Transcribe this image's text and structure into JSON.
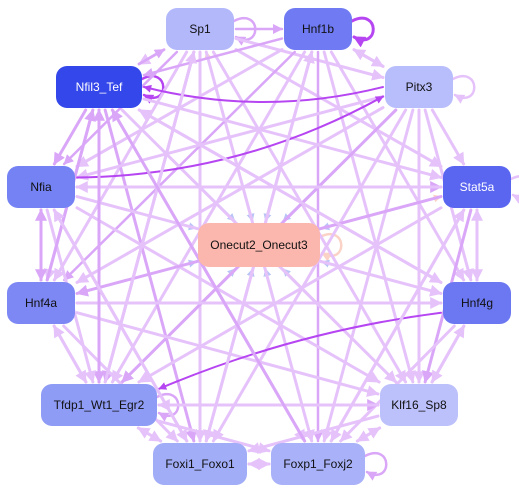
{
  "nodes": [
    {
      "id": "sp1",
      "label": "Sp1",
      "fill": "#b3b8fb",
      "text": "#111111"
    },
    {
      "id": "hnf1b",
      "label": "Hnf1b",
      "fill": "#6f7af3",
      "text": "#111111"
    },
    {
      "id": "nfil3",
      "label": "Nfil3_Tef",
      "fill": "#3447ea",
      "text": "#ffffff"
    },
    {
      "id": "pitx3",
      "label": "Pitx3",
      "fill": "#b8bdfb",
      "text": "#111111"
    },
    {
      "id": "nfia",
      "label": "Nfia",
      "fill": "#7482f4",
      "text": "#111111"
    },
    {
      "id": "stat5a",
      "label": "Stat5a",
      "fill": "#5a66f0",
      "text": "#ffffff"
    },
    {
      "id": "onecut",
      "label": "Onecut2_Onecut3",
      "fill": "#fbb7ae",
      "text": "#111111"
    },
    {
      "id": "hnf4a",
      "label": "Hnf4a",
      "fill": "#7d88f4",
      "text": "#111111"
    },
    {
      "id": "hnf4g",
      "label": "Hnf4g",
      "fill": "#6c78f2",
      "text": "#111111"
    },
    {
      "id": "tfdp1",
      "label": "Tfdp1_Wt1_Egr2",
      "fill": "#8f9cf6",
      "text": "#111111"
    },
    {
      "id": "klf16",
      "label": "Klf16_Sp8",
      "fill": "#bcc0fb",
      "text": "#111111"
    },
    {
      "id": "foxi1",
      "label": "Foxi1_Foxo1",
      "fill": "#a2adf8",
      "text": "#111111"
    },
    {
      "id": "foxp1",
      "label": "Foxp1_Foxj2",
      "fill": "#a9b2f9",
      "text": "#111111"
    }
  ],
  "edge_colors": {
    "light": "#e6c2fb",
    "mid": "#d9a6f8",
    "strong": "#b645f2",
    "blue": "#b9c4f6",
    "peach": "#fbd2c6"
  },
  "edges": [
    {
      "from": "hnf1b",
      "to": "hnf1b",
      "color": "strong",
      "w": 3
    },
    {
      "from": "sp1",
      "to": "sp1",
      "color": "mid",
      "w": 2.5
    },
    {
      "from": "nfil3",
      "to": "nfil3",
      "color": "strong",
      "w": 2.5
    },
    {
      "from": "pitx3",
      "to": "pitx3",
      "color": "light",
      "w": 2.5
    },
    {
      "from": "stat5a",
      "to": "stat5a",
      "color": "light",
      "w": 2.5
    },
    {
      "from": "onecut",
      "to": "onecut",
      "color": "peach",
      "w": 2.5
    },
    {
      "from": "foxp1",
      "to": "foxp1",
      "color": "mid",
      "w": 2.5
    },
    {
      "from": "tfdp1",
      "to": "tfdp1",
      "color": "mid",
      "w": 2.5
    },
    {
      "from": "sp1",
      "to": "onecut",
      "color": "blue",
      "w": 2
    },
    {
      "from": "hnf1b",
      "to": "onecut",
      "color": "blue",
      "w": 2
    },
    {
      "from": "nfil3",
      "to": "onecut",
      "color": "blue",
      "w": 2
    },
    {
      "from": "pitx3",
      "to": "onecut",
      "color": "blue",
      "w": 2
    },
    {
      "from": "nfia",
      "to": "onecut",
      "color": "blue",
      "w": 2
    },
    {
      "from": "stat5a",
      "to": "onecut",
      "color": "blue",
      "w": 2
    },
    {
      "from": "hnf4a",
      "to": "onecut",
      "color": "blue",
      "w": 2
    },
    {
      "from": "hnf4g",
      "to": "onecut",
      "color": "blue",
      "w": 2
    },
    {
      "from": "tfdp1",
      "to": "onecut",
      "color": "blue",
      "w": 2
    },
    {
      "from": "klf16",
      "to": "onecut",
      "color": "blue",
      "w": 2
    },
    {
      "from": "foxi1",
      "to": "onecut",
      "color": "blue",
      "w": 2
    },
    {
      "from": "foxp1",
      "to": "onecut",
      "color": "blue",
      "w": 2
    },
    {
      "from": "onecut",
      "to": "sp1",
      "color": "peach",
      "w": 2
    },
    {
      "from": "onecut",
      "to": "hnf1b",
      "color": "peach",
      "w": 2
    },
    {
      "from": "onecut",
      "to": "stat5a",
      "color": "peach",
      "w": 2
    },
    {
      "from": "onecut",
      "to": "klf16",
      "color": "peach",
      "w": 2
    },
    {
      "from": "onecut",
      "to": "tfdp1",
      "color": "peach",
      "w": 2
    },
    {
      "from": "sp1",
      "to": "hnf1b",
      "color": "mid",
      "w": 2.5
    },
    {
      "from": "sp1",
      "to": "nfil3",
      "color": "light",
      "w": 3
    },
    {
      "from": "sp1",
      "to": "pitx3",
      "color": "light",
      "w": 3
    },
    {
      "from": "sp1",
      "to": "nfia",
      "color": "mid",
      "w": 2.5
    },
    {
      "from": "sp1",
      "to": "stat5a",
      "color": "light",
      "w": 3
    },
    {
      "from": "sp1",
      "to": "hnf4a",
      "color": "light",
      "w": 3
    },
    {
      "from": "sp1",
      "to": "tfdp1",
      "color": "mid",
      "w": 3
    },
    {
      "from": "sp1",
      "to": "foxi1",
      "color": "light",
      "w": 3
    },
    {
      "from": "sp1",
      "to": "foxp1",
      "color": "light",
      "w": 3
    },
    {
      "from": "sp1",
      "to": "klf16",
      "color": "light",
      "w": 3
    },
    {
      "from": "hnf1b",
      "to": "nfil3",
      "color": "mid",
      "w": 2.5
    },
    {
      "from": "hnf1b",
      "to": "pitx3",
      "color": "light",
      "w": 3
    },
    {
      "from": "hnf1b",
      "to": "nfia",
      "color": "light",
      "w": 3
    },
    {
      "from": "hnf1b",
      "to": "hnf4a",
      "color": "mid",
      "w": 2.5
    },
    {
      "from": "hnf1b",
      "to": "tfdp1",
      "color": "light",
      "w": 3
    },
    {
      "from": "hnf1b",
      "to": "foxi1",
      "color": "light",
      "w": 3
    },
    {
      "from": "hnf1b",
      "to": "foxp1",
      "color": "mid",
      "w": 2.5
    },
    {
      "from": "hnf1b",
      "to": "klf16",
      "color": "light",
      "w": 3
    },
    {
      "from": "hnf1b",
      "to": "hnf4g",
      "color": "light",
      "w": 3
    },
    {
      "from": "nfil3",
      "to": "sp1",
      "color": "mid",
      "w": 2.5
    },
    {
      "from": "nfil3",
      "to": "nfia",
      "color": "mid",
      "w": 3
    },
    {
      "from": "nfil3",
      "to": "hnf4a",
      "color": "light",
      "w": 3
    },
    {
      "from": "nfil3",
      "to": "tfdp1",
      "color": "mid",
      "w": 3
    },
    {
      "from": "nfil3",
      "to": "foxi1",
      "color": "mid",
      "w": 3
    },
    {
      "from": "nfil3",
      "to": "foxp1",
      "color": "light",
      "w": 3
    },
    {
      "from": "nfil3",
      "to": "stat5a",
      "color": "light",
      "w": 3
    },
    {
      "from": "nfil3",
      "to": "klf16",
      "color": "light",
      "w": 3
    },
    {
      "from": "nfil3",
      "to": "hnf4g",
      "color": "light",
      "w": 3
    },
    {
      "from": "pitx3",
      "to": "nfil3",
      "color": "strong",
      "w": 2,
      "curve": -30
    },
    {
      "from": "pitx3",
      "to": "hnf1b",
      "color": "light",
      "w": 3
    },
    {
      "from": "pitx3",
      "to": "nfia",
      "color": "light",
      "w": 3
    },
    {
      "from": "pitx3",
      "to": "stat5a",
      "color": "light",
      "w": 3
    },
    {
      "from": "pitx3",
      "to": "hnf4a",
      "color": "light",
      "w": 3
    },
    {
      "from": "pitx3",
      "to": "tfdp1",
      "color": "mid",
      "w": 3
    },
    {
      "from": "pitx3",
      "to": "foxi1",
      "color": "light",
      "w": 3
    },
    {
      "from": "pitx3",
      "to": "foxp1",
      "color": "light",
      "w": 3
    },
    {
      "from": "pitx3",
      "to": "klf16",
      "color": "light",
      "w": 3
    },
    {
      "from": "pitx3",
      "to": "hnf4g",
      "color": "light",
      "w": 3
    },
    {
      "from": "nfia",
      "to": "stat5a",
      "color": "mid",
      "w": 3
    },
    {
      "from": "nfia",
      "to": "hnf4a",
      "color": "mid",
      "w": 3
    },
    {
      "from": "nfia",
      "to": "tfdp1",
      "color": "light",
      "w": 3
    },
    {
      "from": "nfia",
      "to": "foxi1",
      "color": "light",
      "w": 3
    },
    {
      "from": "nfia",
      "to": "klf16",
      "color": "light",
      "w": 3
    },
    {
      "from": "nfia",
      "to": "hnf4g",
      "color": "light",
      "w": 3
    },
    {
      "from": "nfia",
      "to": "pitx3",
      "color": "strong",
      "w": 2,
      "curve": 40
    },
    {
      "from": "stat5a",
      "to": "nfia",
      "color": "light",
      "w": 3
    },
    {
      "from": "stat5a",
      "to": "hnf4g",
      "color": "light",
      "w": 3
    },
    {
      "from": "stat5a",
      "to": "klf16",
      "color": "mid",
      "w": 3
    },
    {
      "from": "stat5a",
      "to": "tfdp1",
      "color": "light",
      "w": 3
    },
    {
      "from": "stat5a",
      "to": "foxp1",
      "color": "light",
      "w": 3
    },
    {
      "from": "stat5a",
      "to": "hnf4a",
      "color": "mid",
      "w": 3
    },
    {
      "from": "hnf4a",
      "to": "nfia",
      "color": "mid",
      "w": 3
    },
    {
      "from": "hnf4a",
      "to": "nfil3",
      "color": "mid",
      "w": 3
    },
    {
      "from": "hnf4a",
      "to": "tfdp1",
      "color": "light",
      "w": 3
    },
    {
      "from": "hnf4a",
      "to": "foxi1",
      "color": "light",
      "w": 3
    },
    {
      "from": "hnf4a",
      "to": "hnf4g",
      "color": "light",
      "w": 3
    },
    {
      "from": "hnf4a",
      "to": "klf16",
      "color": "light",
      "w": 3
    },
    {
      "from": "hnf4g",
      "to": "stat5a",
      "color": "light",
      "w": 3
    },
    {
      "from": "hnf4g",
      "to": "tfdp1",
      "color": "strong",
      "w": 2,
      "curve": 20
    },
    {
      "from": "hnf4g",
      "to": "klf16",
      "color": "light",
      "w": 3
    },
    {
      "from": "hnf4g",
      "to": "foxp1",
      "color": "light",
      "w": 3
    },
    {
      "from": "hnf4g",
      "to": "nfil3",
      "color": "light",
      "w": 3
    },
    {
      "from": "tfdp1",
      "to": "nfil3",
      "color": "mid",
      "w": 3
    },
    {
      "from": "tfdp1",
      "to": "hnf4a",
      "color": "light",
      "w": 3
    },
    {
      "from": "tfdp1",
      "to": "foxi1",
      "color": "light",
      "w": 3
    },
    {
      "from": "tfdp1",
      "to": "foxp1",
      "color": "light",
      "w": 3
    },
    {
      "from": "tfdp1",
      "to": "klf16",
      "color": "mid",
      "w": 3
    },
    {
      "from": "tfdp1",
      "to": "sp1",
      "color": "light",
      "w": 3
    },
    {
      "from": "klf16",
      "to": "hnf4g",
      "color": "light",
      "w": 3
    },
    {
      "from": "klf16",
      "to": "foxp1",
      "color": "light",
      "w": 3
    },
    {
      "from": "klf16",
      "to": "foxi1",
      "color": "light",
      "w": 3
    },
    {
      "from": "klf16",
      "to": "tfdp1",
      "color": "light",
      "w": 3
    },
    {
      "from": "foxi1",
      "to": "foxp1",
      "color": "light",
      "w": 3
    },
    {
      "from": "foxi1",
      "to": "tfdp1",
      "color": "light",
      "w": 3
    },
    {
      "from": "foxi1",
      "to": "hnf1b",
      "color": "light",
      "w": 3
    },
    {
      "from": "foxi1",
      "to": "nfia",
      "color": "light",
      "w": 3
    },
    {
      "from": "foxp1",
      "to": "foxi1",
      "color": "light",
      "w": 3
    },
    {
      "from": "foxp1",
      "to": "klf16",
      "color": "light",
      "w": 3
    },
    {
      "from": "foxp1",
      "to": "nfil3",
      "color": "mid",
      "w": 3
    },
    {
      "from": "foxp1",
      "to": "stat5a",
      "color": "light",
      "w": 3
    }
  ]
}
